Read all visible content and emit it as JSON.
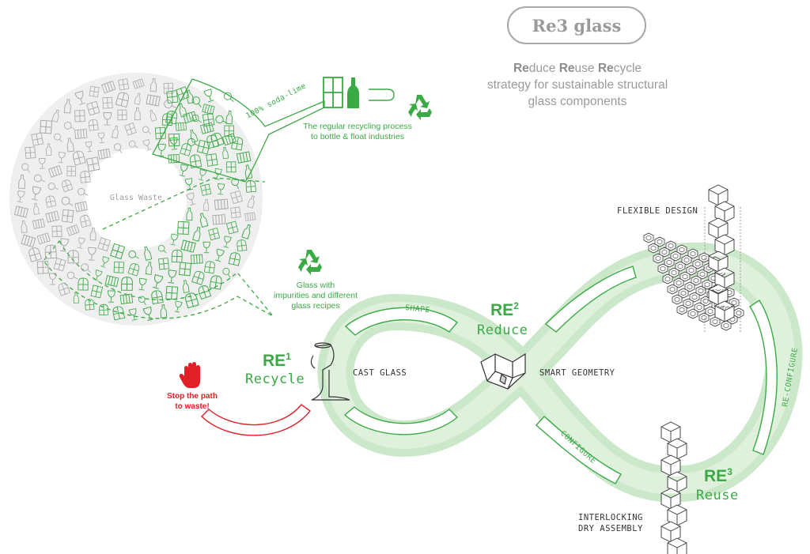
{
  "title": "Re3 glass",
  "subtitle": {
    "line1_parts": [
      {
        "bold": "Re",
        "rest": "duce "
      },
      {
        "bold": "Re",
        "rest": "use "
      },
      {
        "bold": "Re",
        "rest": "cycle"
      }
    ],
    "line2": "strategy for sustainable structural",
    "line3": "glass components"
  },
  "labels": {
    "glass_waste": "Glass Waste",
    "soda_lime": "100% soda-lime",
    "regular_recycling_1": "The regular recycling process",
    "regular_recycling_2": "to bottle & float industries",
    "impurities_1": "Glass with",
    "impurities_2": "impurities and different",
    "impurities_3": "glass recipes",
    "stop_1": "Stop the path",
    "stop_2": "to waste!",
    "cast_glass": "CAST GLASS",
    "smart_geometry": "SMART GEOMETRY",
    "flexible_design": "FLEXIBLE DESIGN",
    "interlocking_1": "INTERLOCKING",
    "interlocking_2": "DRY ASSEMBLY",
    "shape": "SHAPE",
    "configure": "CONFIGURE",
    "reconfigure": "RE-CONFIGURE"
  },
  "stages": {
    "re1": {
      "prefix": "RE",
      "sup": "1",
      "word": "Recycle"
    },
    "re2": {
      "prefix": "RE",
      "sup": "2",
      "word": "Reduce"
    },
    "re3": {
      "prefix": "RE",
      "sup": "3",
      "word": "Reuse"
    }
  },
  "colors": {
    "green": "#3aaa45",
    "light_green": "#bfe3bd",
    "red": "#e01f26",
    "grey": "#9a9a9a",
    "dark": "#333333"
  },
  "icons": [
    "recycle-icon",
    "stop-hand-icon",
    "window-icon",
    "bottle-icon"
  ]
}
